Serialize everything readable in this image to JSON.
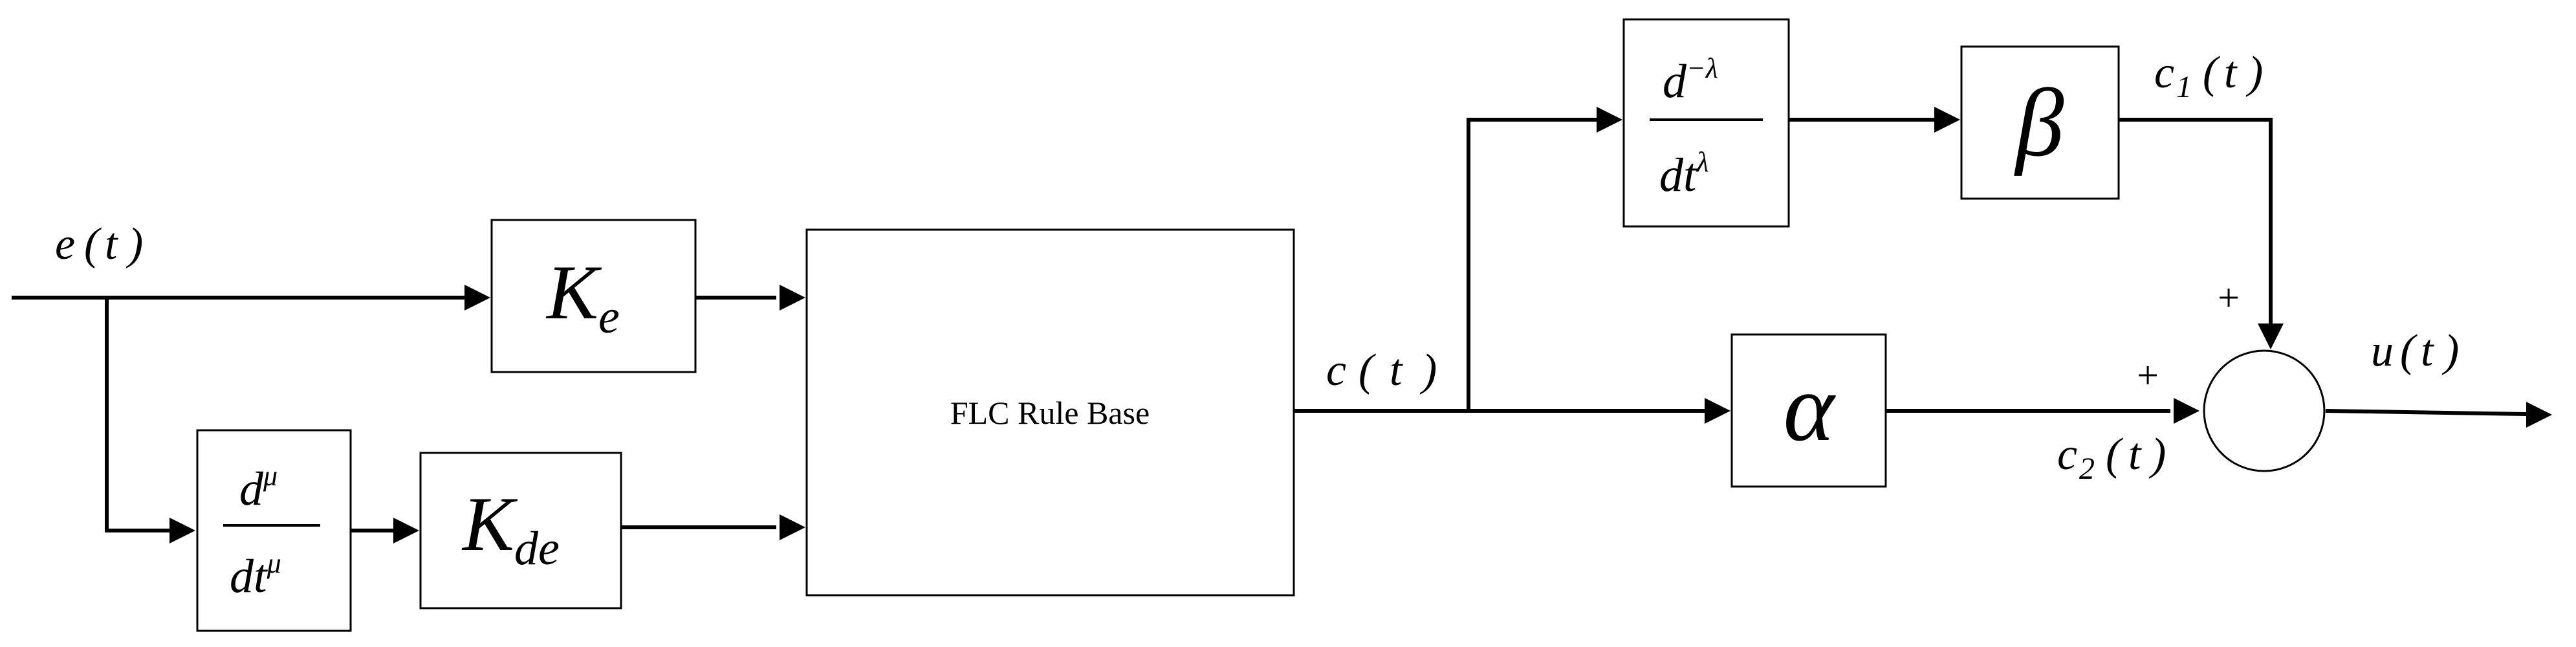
{
  "signals": {
    "e": {
      "base": "e",
      "arg": "t"
    },
    "c": {
      "base": "c",
      "arg": "t"
    },
    "c1": {
      "base": "c",
      "sub": "1",
      "arg": "t"
    },
    "c2": {
      "base": "c",
      "sub": "2",
      "arg": "t"
    },
    "u": {
      "base": "u",
      "arg": "t"
    }
  },
  "blocks": {
    "ke": {
      "base": "K",
      "sub": "e"
    },
    "kde": {
      "base": "K",
      "sub": "de"
    },
    "deriv": {
      "num": "d",
      "num_sup": "μ",
      "den": "dt",
      "den_sup": "μ"
    },
    "integ": {
      "num": "d",
      "num_sup": "−λ",
      "den": "dt",
      "den_sup": "λ"
    },
    "flc": {
      "label": "FLC Rule Base"
    },
    "beta": {
      "symbol": "β"
    },
    "alpha": {
      "symbol": "α"
    }
  },
  "summing_junction": {
    "top_sign": "+",
    "left_sign": "+"
  }
}
